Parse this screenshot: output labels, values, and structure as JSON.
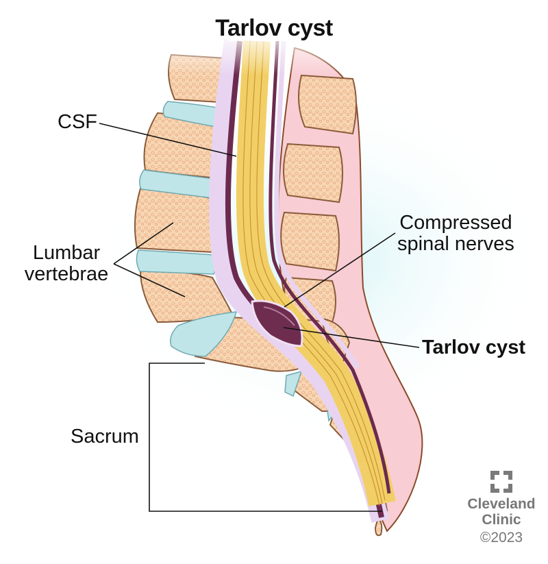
{
  "title": "Tarlov cyst",
  "labels": {
    "csf": "CSF",
    "lumbar_line1": "Lumbar",
    "lumbar_line2": "vertebrae",
    "compressed_line1": "Compressed",
    "compressed_line2": "spinal nerves",
    "tarlov_cyst": "Tarlov cyst",
    "sacrum": "Sacrum"
  },
  "branding": {
    "logo_icon": "cleveland-clinic-cross-icon",
    "name_line1": "Cleveland",
    "name_line2": "Clinic",
    "copyright": "©2023"
  },
  "colors": {
    "bone": "#f7d9b8",
    "bone_texture": "#e9a97c",
    "bone_outline": "#8a5a3a",
    "disc": "#bfe6e8",
    "soft_tissue": "#f8c9cf",
    "nerves": "#f3d06a",
    "dura_purple": "#6b2a4e",
    "membrane_lilac": "#e6d3f0",
    "cyst": "#6e2d4f",
    "glow": "#d8f4f7",
    "logo_gray": "#777777"
  }
}
